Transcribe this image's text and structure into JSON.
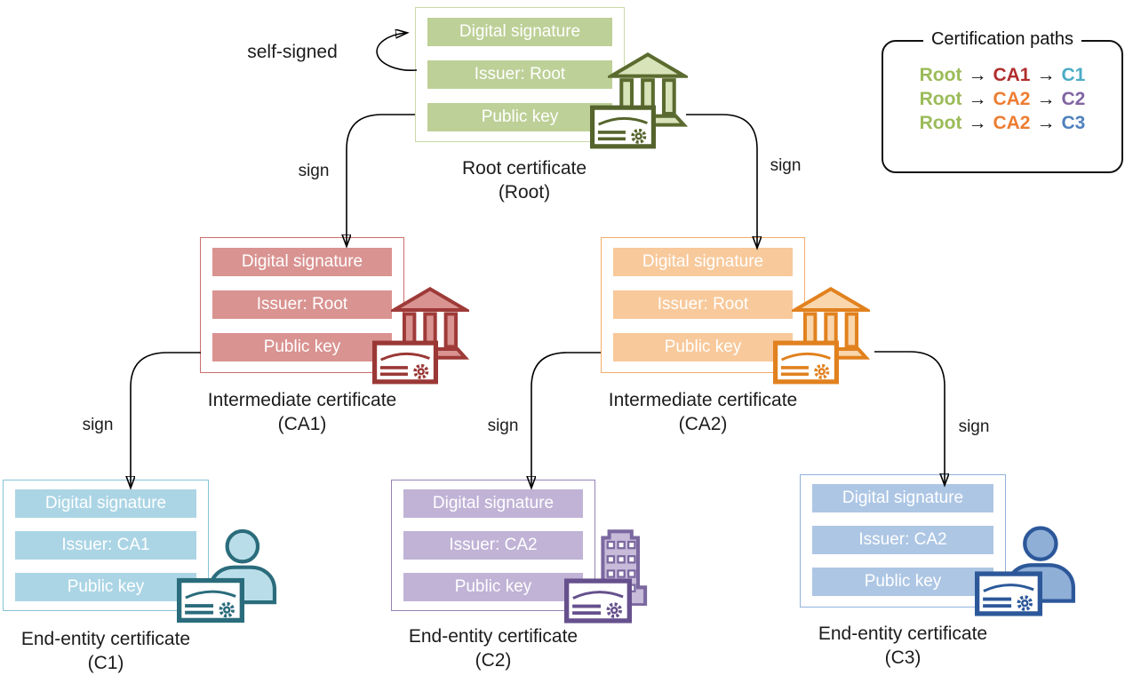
{
  "labels": {
    "self_signed": "self-signed",
    "sign": "sign"
  },
  "certs": {
    "root": {
      "fields": [
        "Digital signature",
        "Issuer: Root",
        "Public key"
      ],
      "caption": "Root certificate",
      "caption_id": "(Root)",
      "entity_icon": "bank-icon",
      "colors": {
        "bar": "#bdd097",
        "border": "#c9d8a6",
        "icon_stroke": "#5b6b2f",
        "icon_fill": "#d9e3ba",
        "cert_stroke": "#55642c"
      }
    },
    "ca1": {
      "fields": [
        "Digital signature",
        "Issuer: Root",
        "Public key"
      ],
      "caption": "Intermediate certificate",
      "caption_id": "(CA1)",
      "entity_icon": "bank-icon",
      "colors": {
        "bar": "#d99391",
        "border": "#cb6e6c",
        "icon_stroke": "#9e3a38",
        "icon_fill": "#d99391",
        "cert_stroke": "#9a3836"
      }
    },
    "ca2": {
      "fields": [
        "Digital signature",
        "Issuer: Root",
        "Public key"
      ],
      "caption": "Intermediate certificate",
      "caption_id": "(CA2)",
      "entity_icon": "bank-icon",
      "colors": {
        "bar": "#f8c99b",
        "border": "#f2ad68",
        "icon_stroke": "#e1811e",
        "icon_fill": "#f9d6ac",
        "cert_stroke": "#e1811e"
      }
    },
    "c1": {
      "fields": [
        "Digital signature",
        "Issuer: CA1",
        "Public key"
      ],
      "caption": "End-entity certificate",
      "caption_id": "(C1)",
      "entity_icon": "person-icon",
      "colors": {
        "bar": "#abd5e5",
        "border": "#87c3d7",
        "icon_stroke": "#2a6c7c",
        "icon_fill": "#badee9",
        "cert_stroke": "#2a6c7c"
      }
    },
    "c2": {
      "fields": [
        "Digital signature",
        "Issuer: CA2",
        "Public key"
      ],
      "caption": "End-entity certificate",
      "caption_id": "(C2)",
      "entity_icon": "office-building-icon",
      "colors": {
        "bar": "#c0b3d6",
        "border": "#9782b6",
        "icon_stroke": "#7b68a0",
        "icon_fill": "#c7bbd9",
        "cert_stroke": "#66508d"
      }
    },
    "c3": {
      "fields": [
        "Digital signature",
        "Issuer: CA2",
        "Public key"
      ],
      "caption": "End-entity certificate",
      "caption_id": "(C3)",
      "entity_icon": "person-icon",
      "colors": {
        "bar": "#adc6e4",
        "border": "#92b2da",
        "icon_stroke": "#2c589a",
        "icon_fill": "#8fafd7",
        "cert_stroke": "#2c589a"
      }
    }
  },
  "legend": {
    "title": "Certification paths",
    "rows": [
      {
        "parts": [
          {
            "t": "Root",
            "c": "#9bbb59"
          },
          {
            "t": "→",
            "c": "#151515"
          },
          {
            "t": "CA1",
            "c": "#b02e2d"
          },
          {
            "t": "→",
            "c": "#151515"
          },
          {
            "t": "C1",
            "c": "#4bacc6"
          }
        ]
      },
      {
        "parts": [
          {
            "t": "Root",
            "c": "#9bbb59"
          },
          {
            "t": "→",
            "c": "#151515"
          },
          {
            "t": "CA2",
            "c": "#ed7d31"
          },
          {
            "t": "→",
            "c": "#151515"
          },
          {
            "t": "C2",
            "c": "#8064a2"
          }
        ]
      },
      {
        "parts": [
          {
            "t": "Root",
            "c": "#9bbb59"
          },
          {
            "t": "→",
            "c": "#151515"
          },
          {
            "t": "CA2",
            "c": "#ed7d31"
          },
          {
            "t": "→",
            "c": "#151515"
          },
          {
            "t": "C3",
            "c": "#4f81bd"
          }
        ]
      }
    ]
  }
}
